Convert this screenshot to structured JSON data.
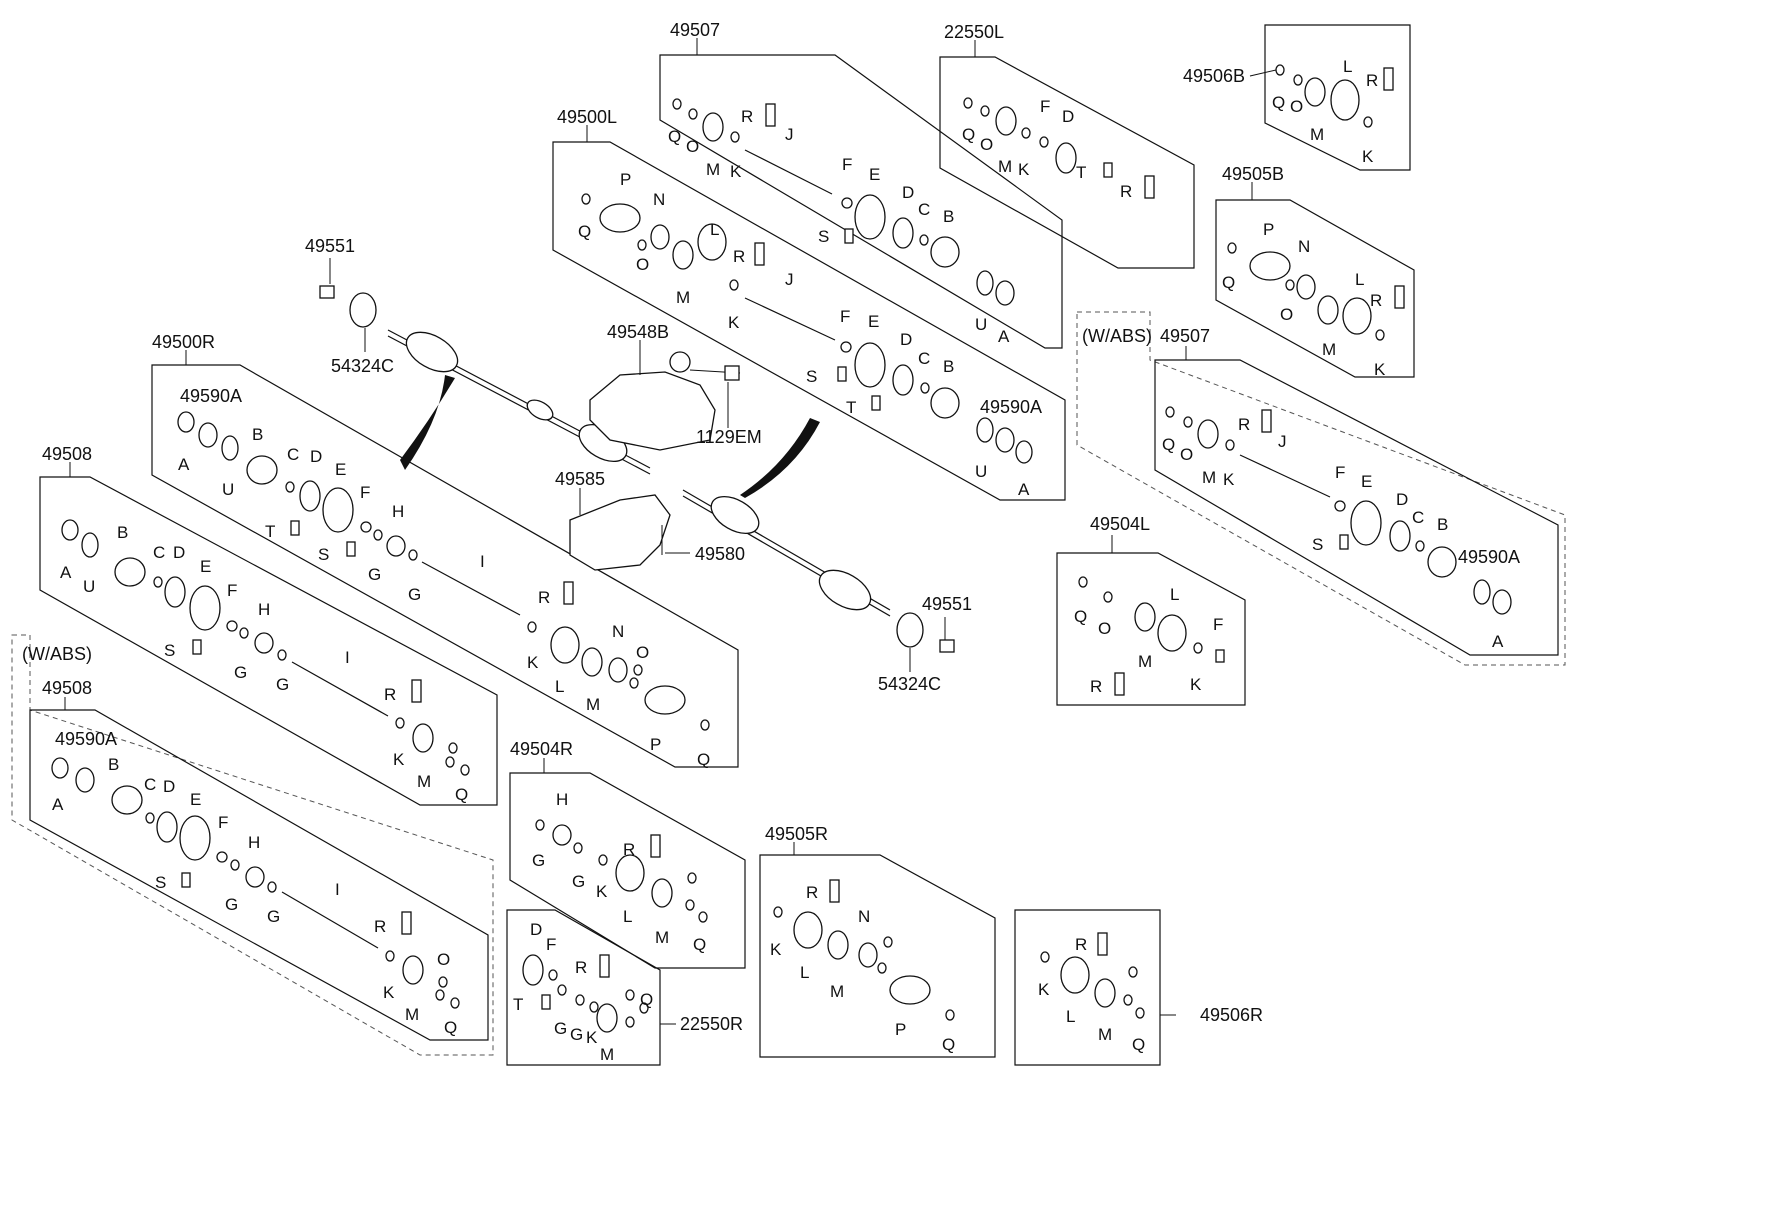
{
  "codes": {
    "c49507": "49507",
    "c22550L": "22550L",
    "c49506B": "49506B",
    "c49500L": "49500L",
    "c49505B": "49505B",
    "c49551a": "49551",
    "c54324Ca": "54324C",
    "c49548B": "49548B",
    "c1129EM": "1129EM",
    "c49500R": "49500R",
    "c49590A_a": "49590A",
    "c49590A_b": "49590A",
    "c49590A_c": "49590A",
    "c49590A_d": "49590A",
    "c49508a": "49508",
    "c49508b": "49508",
    "c49585": "49585",
    "c49580": "49580",
    "c49551b": "49551",
    "c54324Cb": "54324C",
    "c49507abs": "49507",
    "c49504L": "49504L",
    "c49504R": "49504R",
    "c49505R": "49505R",
    "c22550R": "22550R",
    "c49506R": "49506R",
    "wabs1": "(W/ABS)",
    "wabs2": "(W/ABS)"
  },
  "letters": {
    "A": "A",
    "B": "B",
    "C": "C",
    "D": "D",
    "E": "E",
    "F": "F",
    "G": "G",
    "H": "H",
    "I": "I",
    "J": "J",
    "K": "K",
    "L": "L",
    "M": "M",
    "N": "N",
    "O": "O",
    "P": "P",
    "Q": "Q",
    "R": "R",
    "S": "S",
    "T": "T",
    "U": "U"
  },
  "colors": {
    "line": "#111111",
    "background": "#ffffff",
    "dashed": "#555555"
  }
}
